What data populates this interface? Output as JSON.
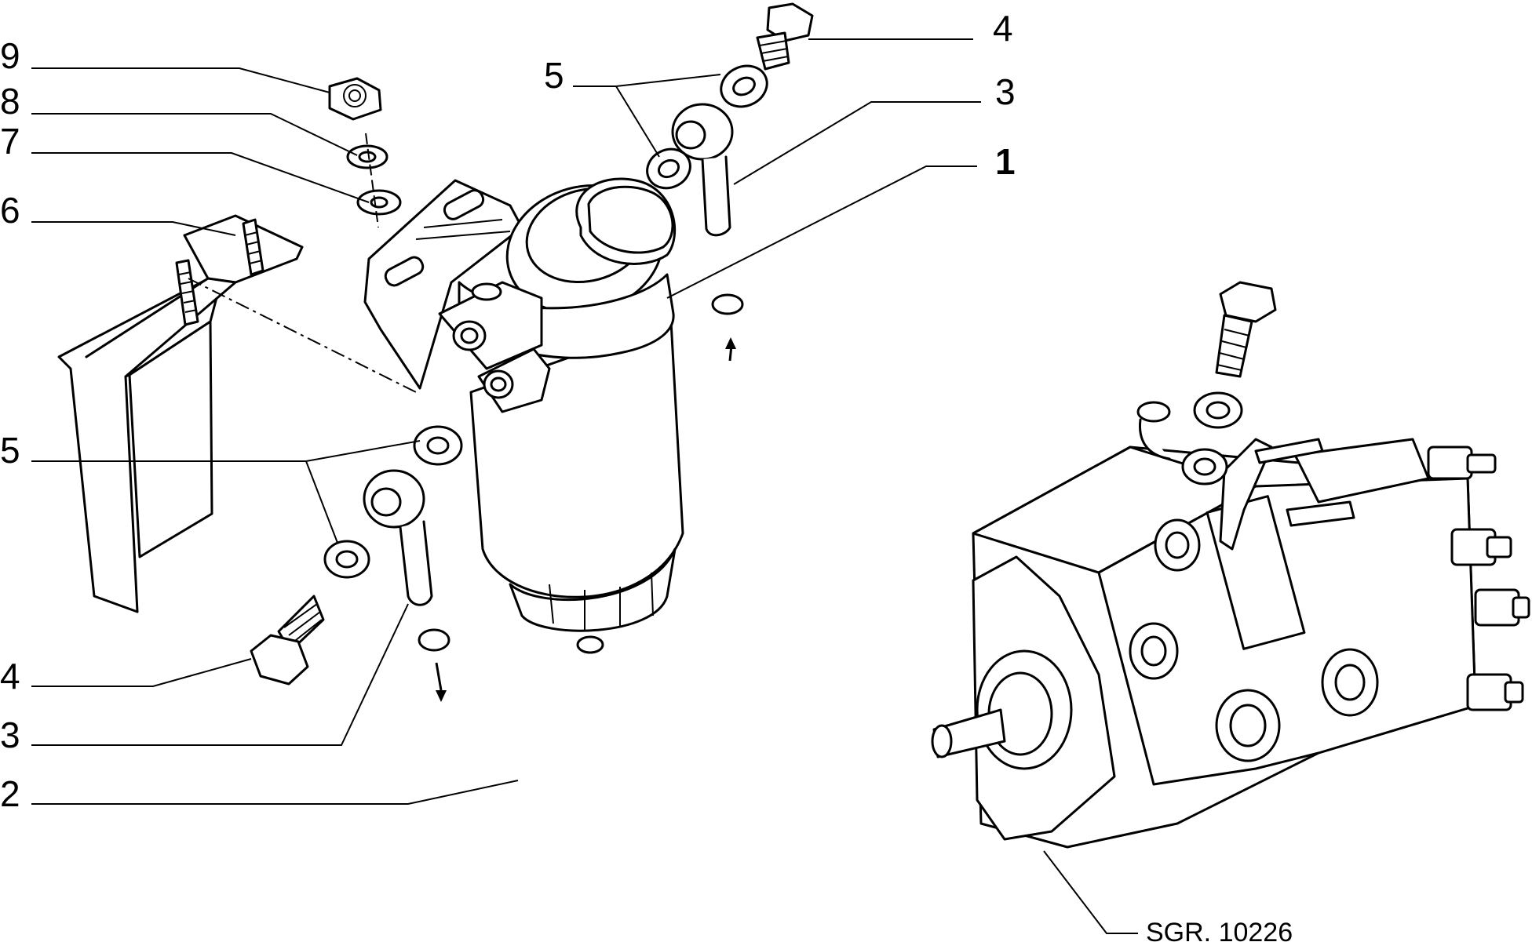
{
  "diagram": {
    "callouts": {
      "c9": "9",
      "c8": "8",
      "c7": "7",
      "c6": "6",
      "c5_top": "5",
      "c4_top": "4",
      "c3_top": "3",
      "c1": "1",
      "c5_left": "5",
      "c4_bottom": "4",
      "c3_bottom": "3",
      "c2": "2"
    },
    "reference": "SGR. 10226"
  }
}
